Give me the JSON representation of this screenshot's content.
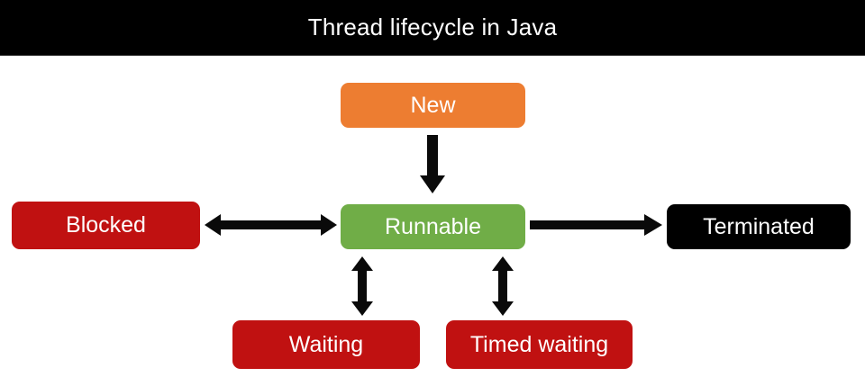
{
  "title": "Thread lifecycle in Java",
  "colors": {
    "canvas_bg": "#FFFFFF",
    "header_bg": "#000000",
    "node_black": "#000000",
    "orange": "#ED7D31",
    "green": "#70AD47",
    "red": "#C01111",
    "arrow": "#0A0A0A",
    "text": "#FFFFFF"
  },
  "nodes": [
    {
      "id": "new",
      "label": "New",
      "color": "orange"
    },
    {
      "id": "runnable",
      "label": "Runnable",
      "color": "green"
    },
    {
      "id": "blocked",
      "label": "Blocked",
      "color": "red"
    },
    {
      "id": "terminated",
      "label": "Terminated",
      "color": "black"
    },
    {
      "id": "waiting",
      "label": "Waiting",
      "color": "red"
    },
    {
      "id": "timed-waiting",
      "label": "Timed waiting",
      "color": "red"
    }
  ],
  "edges": [
    {
      "from": "New",
      "to": "Runnable",
      "direction": "one-way"
    },
    {
      "from": "Blocked",
      "to": "Runnable",
      "direction": "two-way"
    },
    {
      "from": "Runnable",
      "to": "Terminated",
      "direction": "one-way"
    },
    {
      "from": "Runnable",
      "to": "Waiting",
      "direction": "two-way"
    },
    {
      "from": "Runnable",
      "to": "Timed waiting",
      "direction": "two-way"
    }
  ]
}
